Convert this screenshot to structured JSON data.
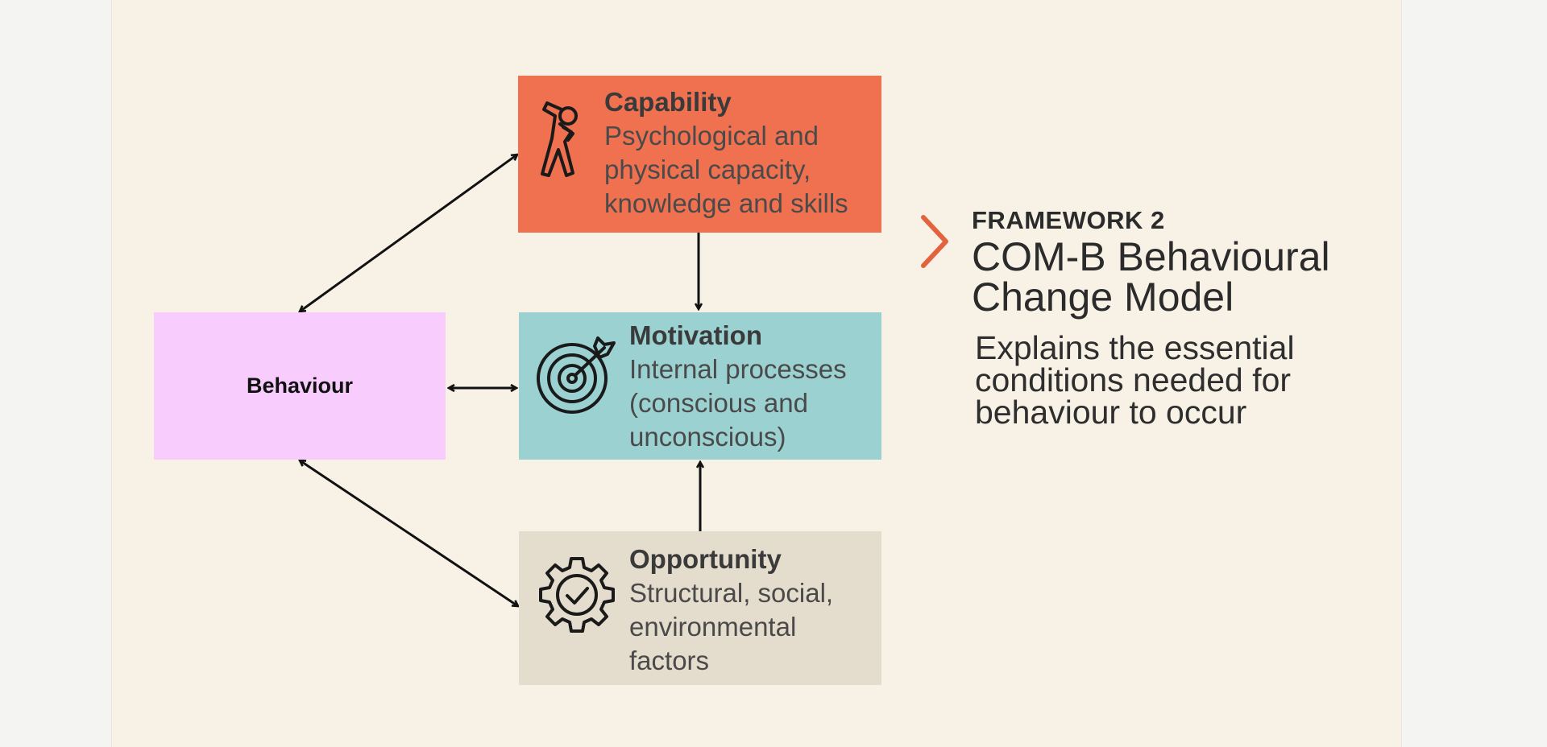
{
  "colors": {
    "capability": "#ef7150",
    "motivation": "#9bd1d1",
    "opportunity": "#e4dccc",
    "behaviour": "#f9ccfe",
    "accent": "#e4633f",
    "background": "#f8f2e6"
  },
  "nodes": {
    "capability": {
      "title": "Capability",
      "description": "Psychological and\nphysical capacity,\nknowledge and skills",
      "icon": "stretching-person-icon"
    },
    "motivation": {
      "title": "Motivation",
      "description": "Internal processes\n(conscious and\nunconscious)",
      "icon": "target-arrow-icon"
    },
    "opportunity": {
      "title": "Opportunity",
      "description": "Structural, social,\nenvironmental\nfactors",
      "icon": "gear-check-icon"
    },
    "behaviour": {
      "title": "Behaviour"
    }
  },
  "edges": [
    {
      "from": "capability",
      "to": "behaviour",
      "direction": "both"
    },
    {
      "from": "capability",
      "to": "motivation",
      "direction": "forward"
    },
    {
      "from": "motivation",
      "to": "behaviour",
      "direction": "both"
    },
    {
      "from": "opportunity",
      "to": "motivation",
      "direction": "forward"
    },
    {
      "from": "opportunity",
      "to": "behaviour",
      "direction": "both"
    }
  ],
  "framework": {
    "tag": "FRAMEWORK 2",
    "title": "COM-B Behavioural\nChange Model",
    "subtitle": "Explains the essential\nconditions needed for\nbehaviour to occur",
    "chevron_icon": "chevron-right-icon"
  }
}
